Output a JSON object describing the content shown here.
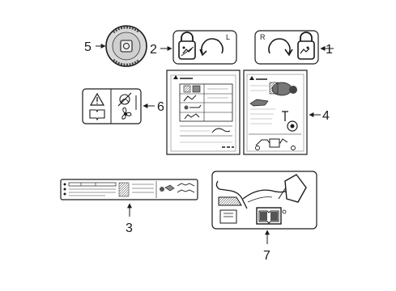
{
  "callouts": {
    "c1": "1",
    "c2": "2",
    "c3": "3",
    "c4": "4",
    "c5": "5",
    "c6": "6",
    "c7": "7"
  },
  "label_marks": {
    "left_side_letter": "L",
    "right_side_letter": "R"
  },
  "colors": {
    "line": "#1a1a1a",
    "background": "#ffffff",
    "badge_fill": "#d9d9d9"
  }
}
